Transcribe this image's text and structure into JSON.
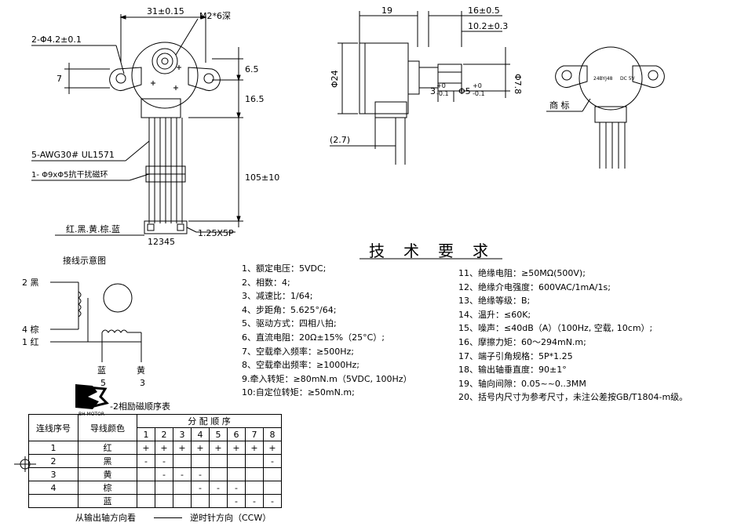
{
  "dims": {
    "width": "31±0.15",
    "screw": "M2*6深",
    "holes": "2-Φ4.2±0.1",
    "h7": "7",
    "h65": "6.5",
    "h165": "16.5",
    "lead": "105±10",
    "awg": "5-AWG30# UL1571",
    "ring": "1- Φ9xΦ5抗干扰磁环",
    "colors": "红.黑.黄.棕.蓝",
    "pins": "12345",
    "pitch": "1.25X5P",
    "side19": "19",
    "side16": "16±0.5",
    "side102": "10.2±0.3",
    "dia24": "Φ24",
    "dia78": "Φ7.8",
    "shaft3": "3",
    "shaft3tol_top": "+0",
    "shaft3tol_bot": "-0.1",
    "shaft5": "Φ5",
    "shaft5tol_top": "+0",
    "shaft5tol_bot": "-0.1",
    "gap27": "(2.7)",
    "label_tag": "商 标",
    "nameplate_line1": "24BYJ48",
    "nameplate_line2": "DC 5V"
  },
  "wiring": {
    "title": "接线示意图",
    "w2": "2 黑",
    "w4": "4 棕",
    "w1": "1 红",
    "blue": "蓝",
    "blue_num": "5",
    "yellow": "黄",
    "yellow_num": "3"
  },
  "spec": {
    "title": "技术要求",
    "left": [
      "1、额定电压：5VDC;",
      "2、相数：4;",
      "3、减速比：1/64;",
      "4、步距角：5.625°/64;",
      "5、驱动方式：四相八拍;",
      "6、直流电阻：20Ω±15%（25°C）;",
      "7、空载牵入频率：≥500Hz;",
      "8、空载牵出频率：≥1000Hz;",
      "9.牵入转矩：≥80mN.m（5VDC, 100Hz）",
      "10:自定位转矩：≥50mN.m;"
    ],
    "right": [
      "11、绝缘电阻：≥50MΩ(500V);",
      "12、绝缘介电强度：600VAC/1mA/1s;",
      "13、绝缘等级：B;",
      "14、温升：≤60K;",
      "15、噪声：≤40dB（A）（100Hz, 空载, 10cm）;",
      "16、摩擦力矩：60～294mN.m;",
      "17、端子引角规格：5P*1.25",
      "18、输出轴垂直度：90±1°",
      "19、轴向间隙：0.05~~0..3MM",
      "20、括号内尺寸为参考尺寸，未注公差按GB/T1804-m级。"
    ]
  },
  "logo": {
    "text": "BH MOTOR"
  },
  "sequence": {
    "title": "-2相励磁顺序表",
    "col_lead": "连线序号",
    "col_color": "导线颜色",
    "col_seq": "分 配 顺 序",
    "steps": [
      "1",
      "2",
      "3",
      "4",
      "5",
      "6",
      "7",
      "8"
    ],
    "rows": [
      {
        "no": "1",
        "color": "红",
        "cells": [
          "+",
          "+",
          "+",
          "+",
          "+",
          "+",
          "+",
          "+"
        ]
      },
      {
        "no": "2",
        "color": "黑",
        "cells": [
          "-",
          "-",
          "",
          "",
          "",
          "",
          "",
          "-"
        ]
      },
      {
        "no": "3",
        "color": "黄",
        "cells": [
          "",
          "-",
          "-",
          "-",
          "",
          "",
          "",
          ""
        ]
      },
      {
        "no": "4",
        "color": "棕",
        "cells": [
          "",
          "",
          "",
          "-",
          "-",
          "-",
          "",
          ""
        ]
      },
      {
        "no": "",
        "color": "蓝",
        "cells": [
          "",
          "",
          "",
          "",
          "",
          "-",
          "-",
          "-"
        ]
      }
    ],
    "footer_left": "从输出轴方向看",
    "footer_right": "逆时针方向（CCW）"
  }
}
